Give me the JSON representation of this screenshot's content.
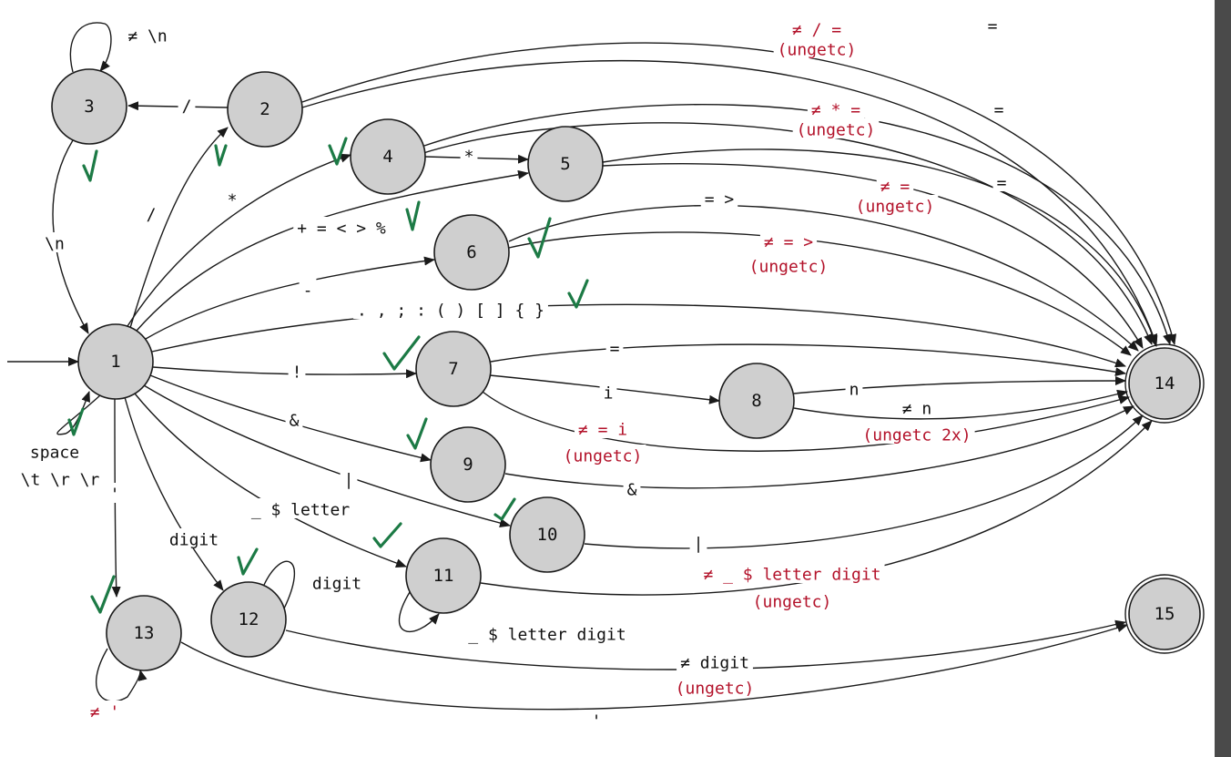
{
  "colors": {
    "page_background": "#ffffff",
    "window_background": "#4a4a4a",
    "node_fill": "#cfcfcf",
    "stroke": "#1a1a1a",
    "label_text": "#111111",
    "ungetc_text": "#b3122a",
    "check_marks": "#1c7a45"
  },
  "nodes": [
    {
      "id": "1",
      "label": "1",
      "accepting": false
    },
    {
      "id": "2",
      "label": "2",
      "accepting": false
    },
    {
      "id": "3",
      "label": "3",
      "accepting": false
    },
    {
      "id": "4",
      "label": "4",
      "accepting": false
    },
    {
      "id": "5",
      "label": "5",
      "accepting": false
    },
    {
      "id": "6",
      "label": "6",
      "accepting": false
    },
    {
      "id": "7",
      "label": "7",
      "accepting": false
    },
    {
      "id": "8",
      "label": "8",
      "accepting": false
    },
    {
      "id": "9",
      "label": "9",
      "accepting": false
    },
    {
      "id": "10",
      "label": "10",
      "accepting": false
    },
    {
      "id": "11",
      "label": "11",
      "accepting": false
    },
    {
      "id": "12",
      "label": "12",
      "accepting": false
    },
    {
      "id": "13",
      "label": "13",
      "accepting": false
    },
    {
      "id": "14",
      "label": "14",
      "accepting": true
    },
    {
      "id": "15",
      "label": "15",
      "accepting": true
    }
  ],
  "edges": [
    {
      "id": "e_start",
      "from": "",
      "to": "1",
      "lines": []
    },
    {
      "id": "e1_1",
      "from": "1",
      "to": "1",
      "lines": [
        {
          "text": "space",
          "red": false
        },
        {
          "text": "\\t \\r \\r",
          "red": false
        }
      ]
    },
    {
      "id": "e1_2",
      "from": "1",
      "to": "2",
      "lines": [
        {
          "text": "/",
          "red": false
        }
      ]
    },
    {
      "id": "e2_3",
      "from": "2",
      "to": "3",
      "lines": [
        {
          "text": "/",
          "red": false
        }
      ]
    },
    {
      "id": "e3_3",
      "from": "3",
      "to": "3",
      "lines": [
        {
          "text": "≠ \\n",
          "red": false
        }
      ]
    },
    {
      "id": "e3_1",
      "from": "3",
      "to": "1",
      "lines": [
        {
          "text": "\\n",
          "red": false
        }
      ]
    },
    {
      "id": "e1_4",
      "from": "1",
      "to": "4",
      "lines": [
        {
          "text": "*",
          "red": false
        }
      ]
    },
    {
      "id": "e4_5",
      "from": "4",
      "to": "5",
      "lines": [
        {
          "text": "*",
          "red": false
        }
      ]
    },
    {
      "id": "e1_5",
      "from": "1",
      "to": "5",
      "lines": [
        {
          "text": "+ = < > %",
          "red": false
        }
      ]
    },
    {
      "id": "e1_6",
      "from": "1",
      "to": "6",
      "lines": [
        {
          "text": "-",
          "red": false
        }
      ]
    },
    {
      "id": "e1_14p",
      "from": "1",
      "to": "14",
      "lines": [
        {
          "text": ". , ; : ( ) [ ] { }",
          "red": false
        }
      ]
    },
    {
      "id": "e1_7",
      "from": "1",
      "to": "7",
      "lines": [
        {
          "text": "!",
          "red": false
        }
      ]
    },
    {
      "id": "e1_9",
      "from": "1",
      "to": "9",
      "lines": [
        {
          "text": "&",
          "red": false
        }
      ]
    },
    {
      "id": "e1_10",
      "from": "1",
      "to": "10",
      "lines": [
        {
          "text": "|",
          "red": false
        }
      ]
    },
    {
      "id": "e1_11",
      "from": "1",
      "to": "11",
      "lines": [
        {
          "text": "_ $ letter",
          "red": false
        }
      ]
    },
    {
      "id": "e1_12",
      "from": "1",
      "to": "12",
      "lines": [
        {
          "text": "digit",
          "red": false
        }
      ]
    },
    {
      "id": "e1_13",
      "from": "1",
      "to": "13",
      "lines": [
        {
          "text": "'",
          "red": false
        }
      ]
    },
    {
      "id": "e2_14eq",
      "from": "2",
      "to": "14",
      "lines": [
        {
          "text": "=",
          "red": false
        }
      ]
    },
    {
      "id": "e2_14ne",
      "from": "2",
      "to": "14",
      "lines": [
        {
          "text": "≠ / =",
          "red": true
        },
        {
          "text": "(ungetc)",
          "red": true
        }
      ]
    },
    {
      "id": "e4_14eq",
      "from": "4",
      "to": "14",
      "lines": [
        {
          "text": "=",
          "red": false
        }
      ]
    },
    {
      "id": "e4_14ne",
      "from": "4",
      "to": "14",
      "lines": [
        {
          "text": "≠ * =",
          "red": true
        },
        {
          "text": "(ungetc)",
          "red": true
        }
      ]
    },
    {
      "id": "e5_14eq",
      "from": "5",
      "to": "14",
      "lines": [
        {
          "text": "=",
          "red": false
        }
      ]
    },
    {
      "id": "e5_14ne",
      "from": "5",
      "to": "14",
      "lines": [
        {
          "text": "≠ =",
          "red": true
        },
        {
          "text": "(ungetc)",
          "red": true
        }
      ]
    },
    {
      "id": "e6_14eq",
      "from": "6",
      "to": "14",
      "lines": [
        {
          "text": "= >",
          "red": false
        }
      ]
    },
    {
      "id": "e6_14ne",
      "from": "6",
      "to": "14",
      "lines": [
        {
          "text": "≠ = >",
          "red": true
        },
        {
          "text": "(ungetc)",
          "red": true
        }
      ]
    },
    {
      "id": "e7_14eq",
      "from": "7",
      "to": "14",
      "lines": [
        {
          "text": "=",
          "red": false
        }
      ]
    },
    {
      "id": "e7_8",
      "from": "7",
      "to": "8",
      "lines": [
        {
          "text": "i",
          "red": false
        }
      ]
    },
    {
      "id": "e7_14ne",
      "from": "7",
      "to": "14",
      "lines": [
        {
          "text": "≠ = i",
          "red": true
        },
        {
          "text": "(ungetc)",
          "red": true
        }
      ]
    },
    {
      "id": "e8_14n",
      "from": "8",
      "to": "14",
      "lines": [
        {
          "text": "n",
          "red": false
        }
      ]
    },
    {
      "id": "e8_14ne",
      "from": "8",
      "to": "14",
      "lines": [
        {
          "text": "≠ n",
          "red": false
        },
        {
          "text": "(ungetc 2x)",
          "red": true
        }
      ]
    },
    {
      "id": "e9_14",
      "from": "9",
      "to": "14",
      "lines": [
        {
          "text": "&",
          "red": false
        }
      ]
    },
    {
      "id": "e10_14",
      "from": "10",
      "to": "14",
      "lines": [
        {
          "text": "|",
          "red": false
        }
      ]
    },
    {
      "id": "e11_11",
      "from": "11",
      "to": "11",
      "lines": [
        {
          "text": "_ $ letter digit",
          "red": false
        }
      ]
    },
    {
      "id": "e11_14",
      "from": "11",
      "to": "14",
      "lines": [
        {
          "text": "≠ _ $ letter digit",
          "red": true
        },
        {
          "text": "(ungetc)",
          "red": true
        }
      ]
    },
    {
      "id": "e12_12",
      "from": "12",
      "to": "12",
      "lines": [
        {
          "text": "digit",
          "red": false
        }
      ]
    },
    {
      "id": "e12_15",
      "from": "12",
      "to": "15",
      "lines": [
        {
          "text": "≠ digit",
          "red": false
        },
        {
          "text": "(ungetc)",
          "red": true
        }
      ]
    },
    {
      "id": "e13_13",
      "from": "13",
      "to": "13",
      "lines": [
        {
          "text": "≠ '",
          "red": true
        }
      ]
    },
    {
      "id": "e13_15",
      "from": "13",
      "to": "15",
      "lines": [
        {
          "text": "'",
          "red": false
        }
      ]
    }
  ]
}
